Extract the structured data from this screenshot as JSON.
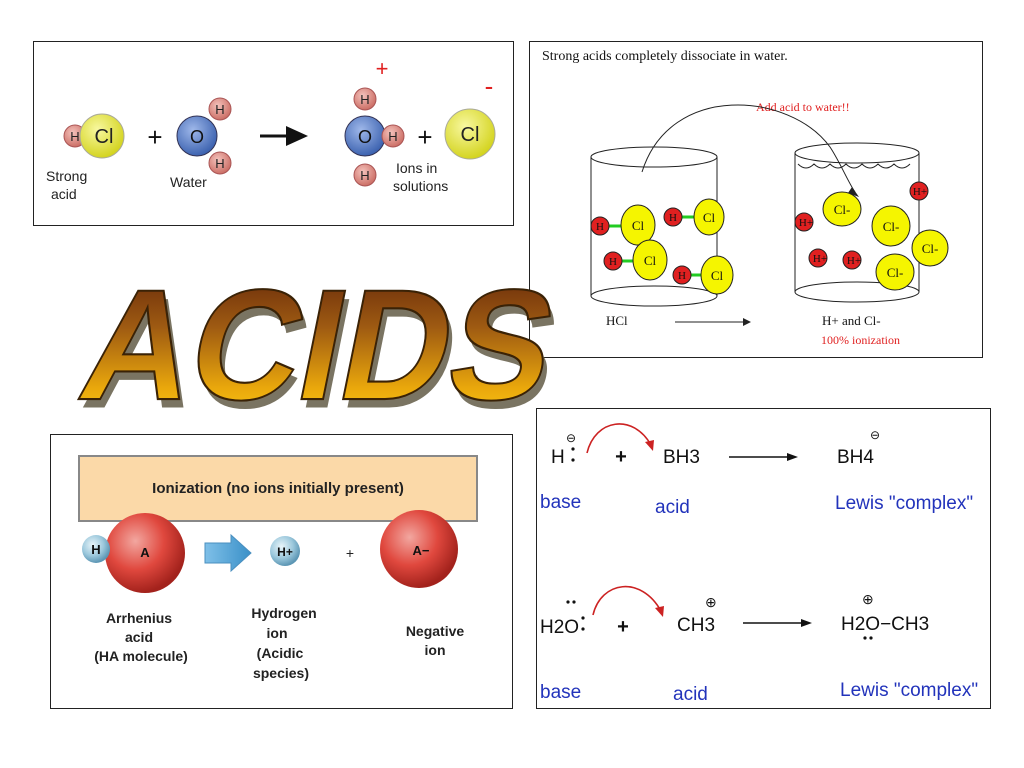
{
  "p1": {
    "h": "H",
    "cl": "Cl",
    "plus": "+",
    "o": "O",
    "strong_acid_1": "Strong",
    "strong_acid_2": "acid",
    "water": "Water",
    "ions_1": "Ions in",
    "ions_2": "solutions",
    "charge_pos": "+",
    "charge_neg": "-"
  },
  "p2": {
    "title": "Strong acids completely dissociate in water.",
    "add_note": "Add acid to water!!",
    "h": "H",
    "cl": "Cl",
    "h_plus": "H+",
    "cl_minus": "Cl-",
    "left_label": "HCl",
    "right_label": "H+ and Cl-",
    "ionization": "100% ionization"
  },
  "title": "ACIDS",
  "p3": {
    "header": "Ionization (no ions initially present)",
    "h": "H",
    "a": "A",
    "h_ion": "H+",
    "a_ion": "A−",
    "plus": "+",
    "arrhenius_1": "Arrhenius",
    "arrhenius_2": "acid",
    "arrhenius_3": "(HA molecule)",
    "hydrogen_1": "Hydrogen",
    "hydrogen_2": "ion",
    "hydrogen_3": "(Acidic",
    "hydrogen_4": "species)",
    "negative_1": "Negative",
    "negative_2": "ion"
  },
  "p4": {
    "r1_base": "H",
    "r1_acid": "BH3",
    "r1_product": "BH4",
    "r2_base": "H2O",
    "r2_acid": "CH3",
    "r2_product": "H2O−CH3",
    "plus": "+",
    "minus_charge": "⊖",
    "plus_charge": "⊕",
    "base_label": "base",
    "acid_label": "acid",
    "complex_label": "Lewis \"complex\""
  },
  "colors": {
    "h_fill": "#d98a80",
    "cl_fill": "#e6e632",
    "o_fill": "#5d82c7",
    "red": "#e02020",
    "yellow": "#f5f500",
    "link_green": "#22cc22",
    "label_blue": "#2233bb",
    "arrow_red": "#cc2222"
  }
}
